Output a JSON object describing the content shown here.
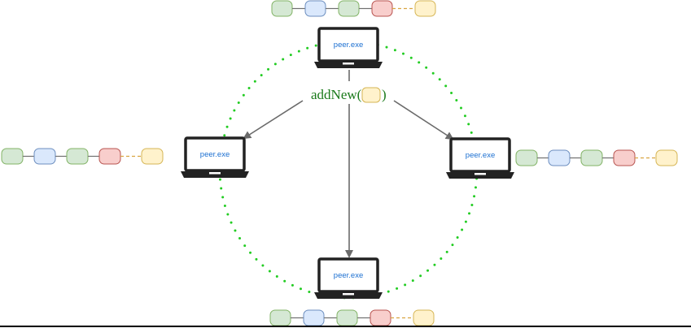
{
  "colors": {
    "background": "#ffffff",
    "ring_dots": "#22cc22",
    "arrows": "#6a6a6a",
    "laptop": "#222222",
    "screen": "#ffffff",
    "peer_label": "#1b6fd1",
    "call_text": "#1a7a1a",
    "chain_link_solid": "#707070",
    "chain_link_dashed": "#d9a441",
    "bottom_line": "#000000"
  },
  "block_colors": {
    "green": {
      "fill": "#d5e8d4",
      "stroke": "#82b366"
    },
    "blue": {
      "fill": "#dae8fc",
      "stroke": "#6c8ebf"
    },
    "red": {
      "fill": "#f8cecc",
      "stroke": "#b85450"
    },
    "yellow": {
      "fill": "#fff2cc",
      "stroke": "#d6b656"
    }
  },
  "chain_blocks": [
    "green",
    "blue",
    "green",
    "red",
    "yellow"
  ],
  "chain_links": [
    "solid",
    "solid",
    "solid",
    "dashed"
  ],
  "peers": [
    {
      "id": "top",
      "label": "peer.exe"
    },
    {
      "id": "left",
      "label": "peer.exe"
    },
    {
      "id": "right",
      "label": "peer.exe"
    },
    {
      "id": "bottom",
      "label": "peer.exe"
    }
  ],
  "call": {
    "prefix": "addNew(",
    "suffix": ")",
    "argument_block": "yellow"
  },
  "arrows": [
    {
      "from": "top",
      "to": "left"
    },
    {
      "from": "top",
      "to": "right"
    },
    {
      "from": "top",
      "to": "bottom"
    }
  ]
}
